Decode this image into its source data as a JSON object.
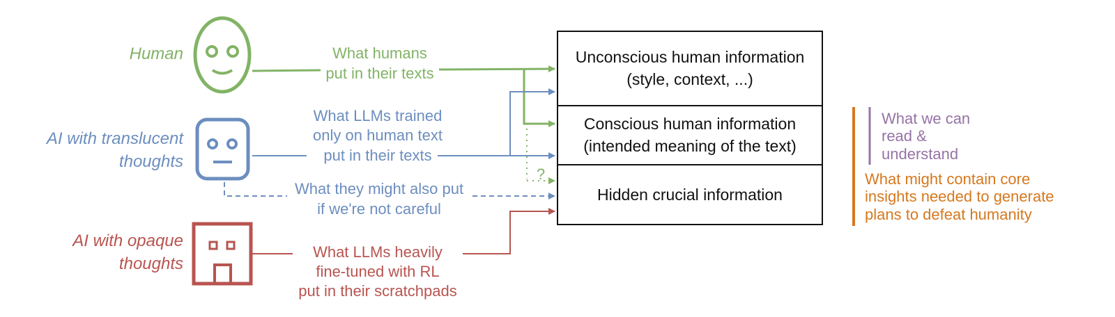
{
  "colors": {
    "green": "#82b366",
    "blue": "#6c8ebf",
    "red": "#b85450",
    "purple": "#9673a6",
    "orange": "#d6781e",
    "black": "#111111"
  },
  "actors": {
    "human": {
      "label": "Human",
      "icon": "smiling-face-icon"
    },
    "translucent": {
      "line1": "AI with translucent",
      "line2": "thoughts",
      "icon": "robot-face-icon"
    },
    "opaque": {
      "line1": "AI with opaque",
      "line2": "thoughts",
      "icon": "blocky-robot-icon"
    }
  },
  "flows": {
    "human": {
      "line1": "What humans",
      "line2": "put in their texts"
    },
    "translucent": {
      "line1": "What LLMs trained",
      "line2": "only on human text",
      "line3": "put in their texts"
    },
    "careless": {
      "line1": "What they might also put",
      "line2": "if we're not careful"
    },
    "opaque": {
      "line1": "What LLMs heavily",
      "line2": "fine-tuned with RL",
      "line3": "put in their scratchpads"
    },
    "question": "?"
  },
  "boxes": {
    "unconscious": {
      "line1": "Unconscious human information",
      "line2": "(style, context, ...)"
    },
    "conscious": {
      "line1": "Conscious human information",
      "line2": "(intended meaning of the text)"
    },
    "hidden": {
      "line1": "Hidden crucial information"
    }
  },
  "brackets": {
    "readable": {
      "line1": "What we can",
      "line2": "read &",
      "line3": "understand"
    },
    "core": {
      "line1": "What might contain core",
      "line2": "insights needed to generate",
      "line3": "plans to defeat humanity"
    }
  }
}
